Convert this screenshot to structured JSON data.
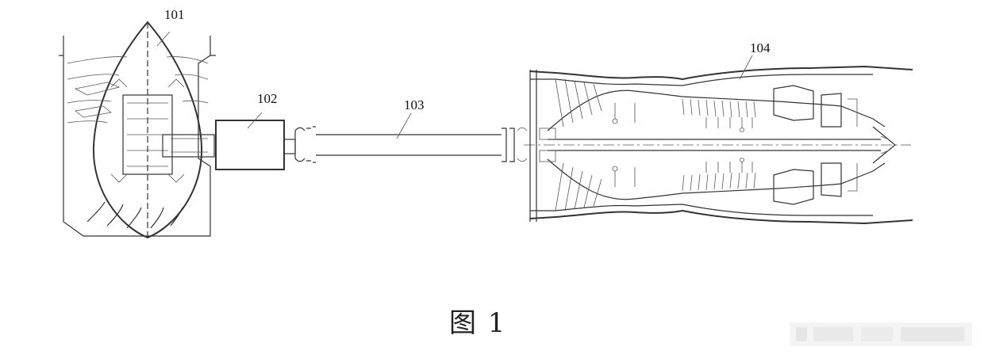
{
  "labels": {
    "l101": "101",
    "l102": "102",
    "l103": "103",
    "l104": "104"
  },
  "caption": "图 1"
}
